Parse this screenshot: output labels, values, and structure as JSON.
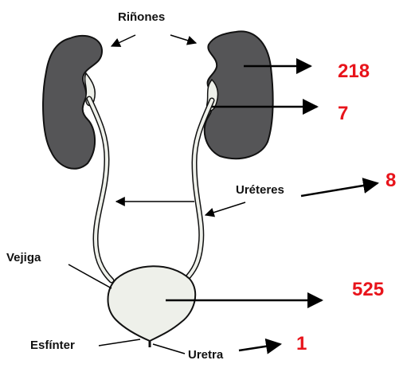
{
  "labels": {
    "kidneys": "Riñones",
    "ureters": "Uréteres",
    "bladder": "Vejiga",
    "sphincter": "Esfínter",
    "urethra": "Uretra"
  },
  "values": {
    "kidney": "218",
    "renal_pelvis": "7",
    "ureters": "8",
    "bladder": "525",
    "urethra": "1"
  },
  "colors": {
    "organ_fill": "#555557",
    "tube_fill": "#eef0ea",
    "label_text": "#111111",
    "value_text": "#e8141b",
    "arrow": "#000000"
  }
}
